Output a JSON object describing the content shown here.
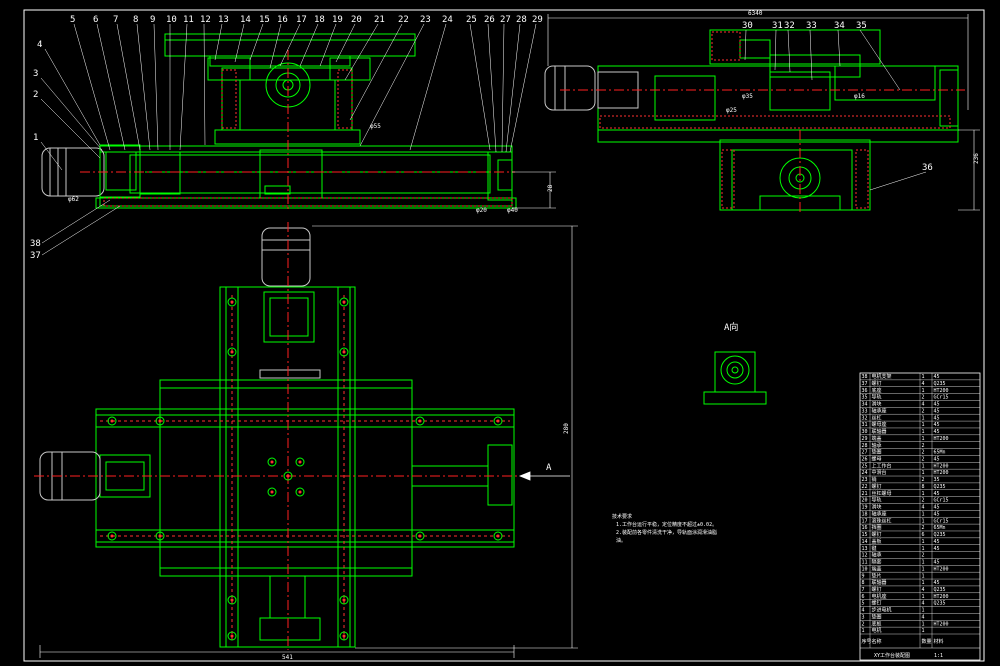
{
  "colors": {
    "background": "#000000",
    "border": "#ffffff",
    "outline": "#00ff00",
    "center_line": "#ff2020",
    "hatch": "#ff3030",
    "leader": "#ffffff",
    "motor": "#c8c8c8",
    "accent": "#00ffff"
  },
  "side_view": {
    "part_numbers": [
      "1",
      "2",
      "3",
      "4",
      "5",
      "6",
      "7",
      "8",
      "9",
      "10",
      "11",
      "12",
      "13",
      "14",
      "15",
      "16",
      "17",
      "18",
      "19",
      "20",
      "21",
      "22",
      "23",
      "24",
      "25",
      "26",
      "27",
      "28",
      "29"
    ],
    "lower_labels": [
      "38",
      "37"
    ],
    "dims": [
      "φ62",
      "φ55",
      "φ20",
      "φ40",
      "28"
    ]
  },
  "end_view": {
    "overall_dim": "6340",
    "part_numbers": [
      "30",
      "31",
      "32",
      "33",
      "34",
      "35",
      "36"
    ],
    "dims": [
      "φ25",
      "φ35",
      "φ16"
    ],
    "height_dim": "236"
  },
  "plan_view": {
    "width_dim": "541",
    "height_dim": "280",
    "section_label": "A"
  },
  "a_view": {
    "title": "A向"
  },
  "tech_notes": {
    "title": "技术要求",
    "lines": [
      "1.工作台运行平稳，定位精度不超过±0.02。",
      "2.装配前各零件清洗干净，导轨面涂润滑油脂",
      "油。"
    ]
  },
  "bom": {
    "title": "XY工作台装配图",
    "rows": [
      {
        "no": "38",
        "name": "电机支架",
        "qty": "1",
        "mat": "45"
      },
      {
        "no": "37",
        "name": "螺钉",
        "qty": "4",
        "mat": "Q235"
      },
      {
        "no": "36",
        "name": "底座",
        "qty": "1",
        "mat": "HT200"
      },
      {
        "no": "35",
        "name": "导轨",
        "qty": "2",
        "mat": "GCr15"
      },
      {
        "no": "34",
        "name": "滑块",
        "qty": "4",
        "mat": "45"
      },
      {
        "no": "33",
        "name": "轴承座",
        "qty": "2",
        "mat": "45"
      },
      {
        "no": "32",
        "name": "丝杠",
        "qty": "1",
        "mat": "45"
      },
      {
        "no": "31",
        "name": "螺母座",
        "qty": "1",
        "mat": "45"
      },
      {
        "no": "30",
        "name": "联轴器",
        "qty": "1",
        "mat": "45"
      },
      {
        "no": "29",
        "name": "端盖",
        "qty": "1",
        "mat": "HT200"
      },
      {
        "no": "28",
        "name": "轴承",
        "qty": "2",
        "mat": ""
      },
      {
        "no": "27",
        "name": "垫圈",
        "qty": "2",
        "mat": "65Mn"
      },
      {
        "no": "26",
        "name": "螺母",
        "qty": "2",
        "mat": "45"
      },
      {
        "no": "25",
        "name": "上工作台",
        "qty": "1",
        "mat": "HT200"
      },
      {
        "no": "24",
        "name": "中滑台",
        "qty": "1",
        "mat": "HT200"
      },
      {
        "no": "23",
        "name": "销",
        "qty": "2",
        "mat": "35"
      },
      {
        "no": "22",
        "name": "螺钉",
        "qty": "8",
        "mat": "Q235"
      },
      {
        "no": "21",
        "name": "丝杠螺母",
        "qty": "1",
        "mat": "45"
      },
      {
        "no": "20",
        "name": "导轨",
        "qty": "2",
        "mat": "GCr15"
      },
      {
        "no": "19",
        "name": "滑块",
        "qty": "4",
        "mat": "45"
      },
      {
        "no": "18",
        "name": "轴承座",
        "qty": "1",
        "mat": "45"
      },
      {
        "no": "17",
        "name": "滚珠丝杠",
        "qty": "1",
        "mat": "GCr15"
      },
      {
        "no": "16",
        "name": "挡圈",
        "qty": "2",
        "mat": "65Mn"
      },
      {
        "no": "15",
        "name": "螺钉",
        "qty": "6",
        "mat": "Q235"
      },
      {
        "no": "14",
        "name": "盖板",
        "qty": "1",
        "mat": "45"
      },
      {
        "no": "13",
        "name": "键",
        "qty": "1",
        "mat": "45"
      },
      {
        "no": "12",
        "name": "轴承",
        "qty": "2",
        "mat": ""
      },
      {
        "no": "11",
        "name": "隔套",
        "qty": "1",
        "mat": "45"
      },
      {
        "no": "10",
        "name": "端盖",
        "qty": "1",
        "mat": "HT200"
      },
      {
        "no": "9",
        "name": "垫片",
        "qty": "1",
        "mat": ""
      },
      {
        "no": "8",
        "name": "联轴器",
        "qty": "1",
        "mat": "45"
      },
      {
        "no": "7",
        "name": "螺钉",
        "qty": "4",
        "mat": "Q235"
      },
      {
        "no": "6",
        "name": "电机座",
        "qty": "1",
        "mat": "HT200"
      },
      {
        "no": "5",
        "name": "螺钉",
        "qty": "4",
        "mat": "Q235"
      },
      {
        "no": "4",
        "name": "步进电机",
        "qty": "1",
        "mat": ""
      },
      {
        "no": "3",
        "name": "垫圈",
        "qty": "4",
        "mat": ""
      },
      {
        "no": "2",
        "name": "底板",
        "qty": "1",
        "mat": "HT200"
      },
      {
        "no": "1",
        "name": "电机",
        "qty": "1",
        "mat": ""
      }
    ],
    "header": {
      "no": "序号",
      "name": "名称",
      "qty": "数量",
      "mat": "材料"
    },
    "scale": "1:1"
  }
}
